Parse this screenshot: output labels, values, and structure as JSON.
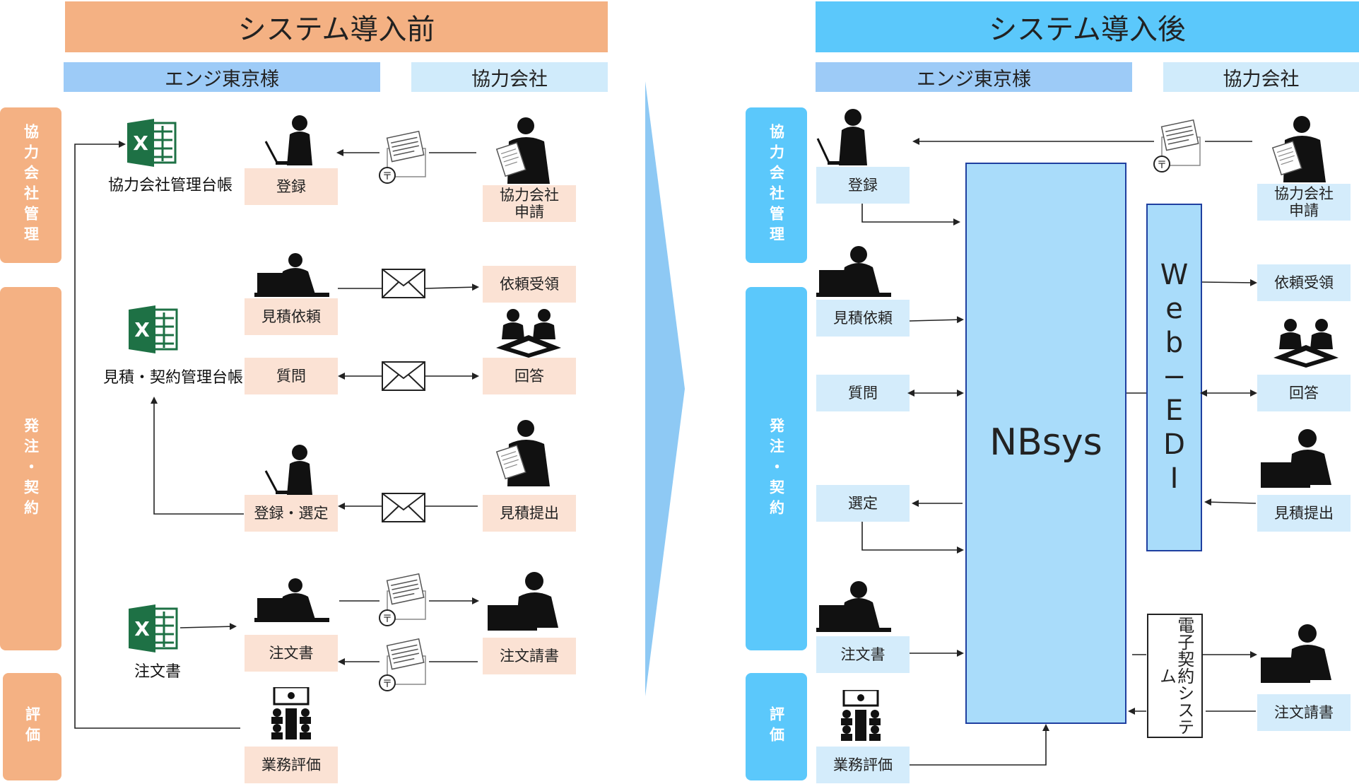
{
  "before": {
    "title": "システム導入前",
    "col_left": "エンジ東京様",
    "col_right": "協力会社",
    "side_mgmt": "協力会社管理",
    "side_order": "発注・契約",
    "side_eval": "評価",
    "ledger1": "協力会社管理台帳",
    "ledger2": "見積・契約管理台帳",
    "ledger3": "注文書",
    "reg": "登録",
    "apply": "協力会社\n申請",
    "est_req": "見積依頼",
    "req_recv": "依頼受領",
    "question": "質問",
    "answer": "回答",
    "reg_select": "登録・選定",
    "est_submit": "見積提出",
    "order": "注文書",
    "order_ack": "注文請書",
    "eval": "業務評価"
  },
  "after": {
    "title": "システム導入後",
    "col_left": "エンジ東京様",
    "col_right": "協力会社",
    "side_mgmt": "協力会社管理",
    "side_order": "発注・契約",
    "side_eval": "評価",
    "reg": "登録",
    "apply": "協力会社\n申請",
    "est_req": "見積依頼",
    "req_recv": "依頼受領",
    "question": "質問",
    "answer": "回答",
    "select": "選定",
    "est_submit": "見積提出",
    "order": "注文書",
    "order_ack": "注文請書",
    "eval": "業務評価",
    "nbsys": "NBsys",
    "webedi": "Web−EDI",
    "econtract": "電子契約システム"
  },
  "colors": {
    "before_banner": "#f4b183",
    "after_banner": "#5bc8fb",
    "col_left_bg": "#9dcbf7",
    "col_right_bg": "#d0ebfb",
    "side_before": "#f4b183",
    "side_after": "#5bc8fb",
    "box_before": "#fbe2d4",
    "box_after": "#d4ecfb",
    "nbsys_fill": "#a9dcfa",
    "border_blue": "#1f3fa0",
    "excel_green": "#1e7145"
  },
  "icons": [
    "excel-icon",
    "letter-envelope-icon",
    "post-mark-icon",
    "envelope-icon",
    "person-laptop-icon",
    "businessman-document-icon",
    "meeting-icon",
    "conference-icon"
  ]
}
